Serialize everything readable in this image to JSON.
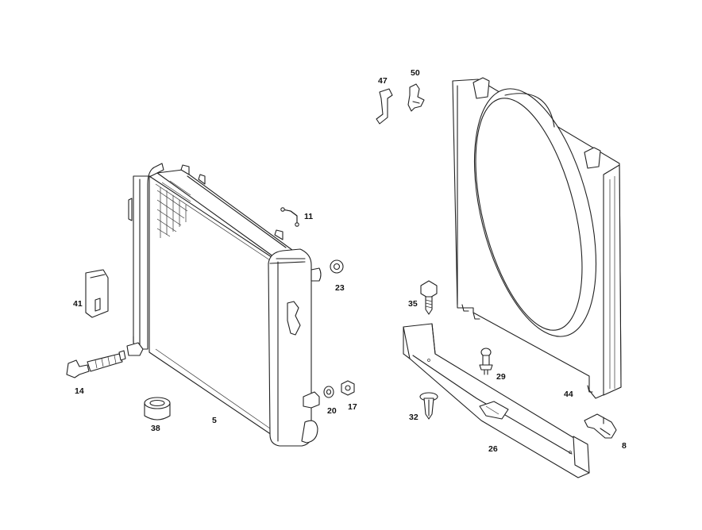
{
  "callouts": [
    {
      "id": "p5",
      "label": "5"
    },
    {
      "id": "p8",
      "label": "8"
    },
    {
      "id": "p11",
      "label": "11"
    },
    {
      "id": "p14",
      "label": "14"
    },
    {
      "id": "p17",
      "label": "17"
    },
    {
      "id": "p20",
      "label": "20"
    },
    {
      "id": "p23",
      "label": "23"
    },
    {
      "id": "p26",
      "label": "26"
    },
    {
      "id": "p29",
      "label": "29"
    },
    {
      "id": "p32",
      "label": "32"
    },
    {
      "id": "p35",
      "label": "35"
    },
    {
      "id": "p38",
      "label": "38"
    },
    {
      "id": "p41",
      "label": "41"
    },
    {
      "id": "p44",
      "label": "44"
    },
    {
      "id": "p47",
      "label": "47"
    },
    {
      "id": "p50",
      "label": "50"
    }
  ],
  "colors": {
    "line": "#222222",
    "background": "#ffffff"
  }
}
